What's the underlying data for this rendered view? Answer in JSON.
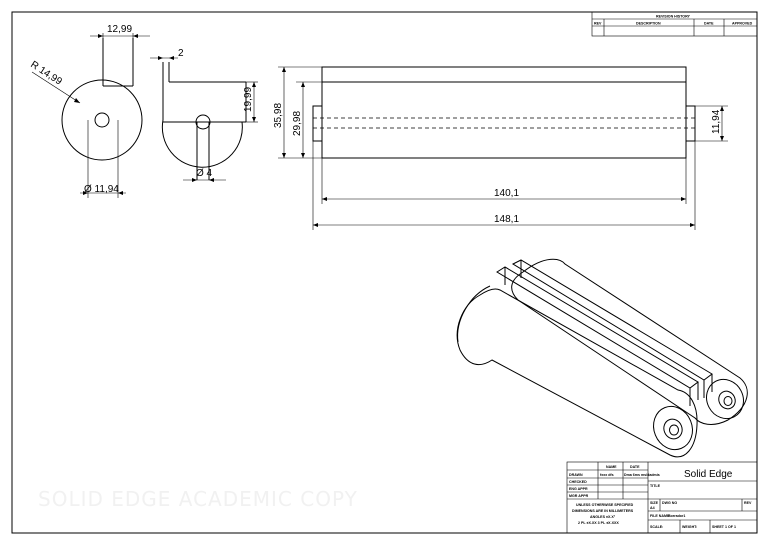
{
  "revision_history": {
    "title": "REVISION HISTORY",
    "headers": [
      "REV",
      "DESCRIPTION",
      "DATE",
      "APPROVED"
    ]
  },
  "dimensions": {
    "width_top": "12,99",
    "radius": "R 14,99",
    "diameter": "Ø 11,94",
    "fin_thickness": "2",
    "fin_height": "19,99",
    "phi_small": "Ø 4",
    "height_outer": "35,98",
    "height_inner": "29,98",
    "shaft_dia": "11,94",
    "length_inner": "140,1",
    "length_outer": "148,1"
  },
  "title_block": {
    "name_hdr": "NAME",
    "date_hdr": "DATE",
    "drawn": "DRAWN",
    "drawn_name": "fxxx dfs",
    "drawn_date": "Dma 6ms ms/dadmis",
    "checked": "CHECKED",
    "eng_appr": "ENG APPR",
    "mgr_appr": "MGR APPR",
    "brand": "Solid Edge",
    "title_lbl": "TITLE",
    "note1": "UNLESS OTHERWISE SPECIFIED",
    "note2": "DIMENSIONS ARE IN MILLIMETERS",
    "note3": "ANGLES ±X.X°",
    "note4": "2 PL ±X.XX 3 PL ±X.XXX",
    "size_lbl": "SIZE",
    "size_val": "A4",
    "dwgno_lbl": "DWG NO",
    "rev_lbl": "REV",
    "file_lbl": "FILE NAME:",
    "file_val": "Borrador1",
    "scale_lbl": "SCALE:",
    "weight_lbl": "WEIGHT:",
    "sheet_lbl": "SHEET 1 OF 1"
  },
  "watermark": "SOLID EDGE ACADEMIC COPY"
}
